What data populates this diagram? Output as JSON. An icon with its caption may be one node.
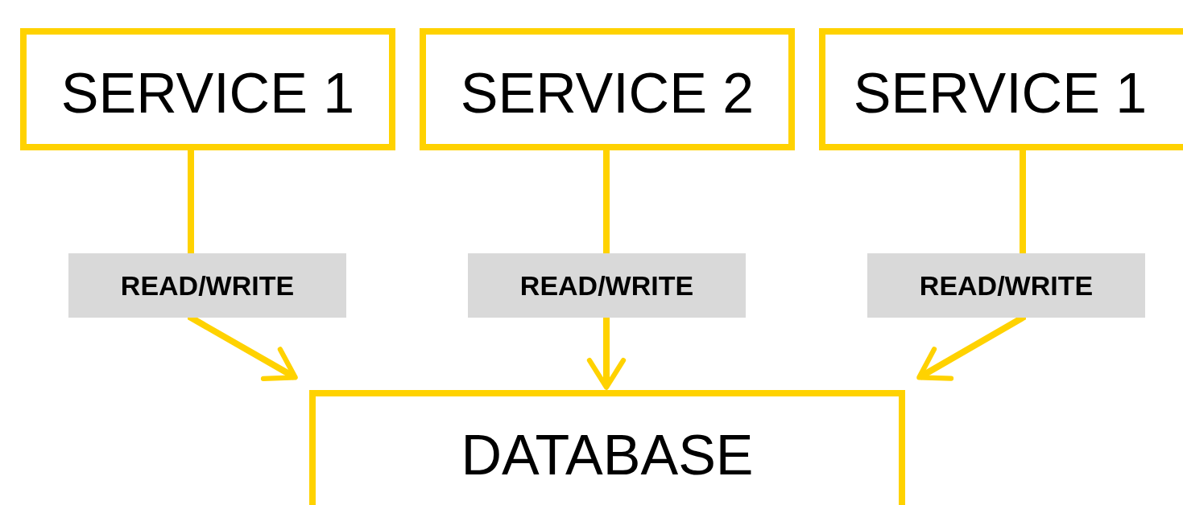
{
  "diagram": {
    "nodes": [
      {
        "text": [
          "SERVICE 1"
        ]
      },
      {
        "text": [
          "SERVICE 2"
        ]
      },
      {
        "text": [
          "SERVICE 1"
        ]
      },
      {
        "text": [
          "DATABASE"
        ]
      }
    ],
    "edges": [
      {
        "from": 0,
        "to": 3,
        "arrow": "to",
        "label": "READ/WRITE"
      },
      {
        "from": 1,
        "to": 3,
        "arrow": "to",
        "label": "READ/WRITE"
      },
      {
        "from": 2,
        "to": 3,
        "arrow": "to",
        "label": "READ/WRITE"
      }
    ]
  }
}
